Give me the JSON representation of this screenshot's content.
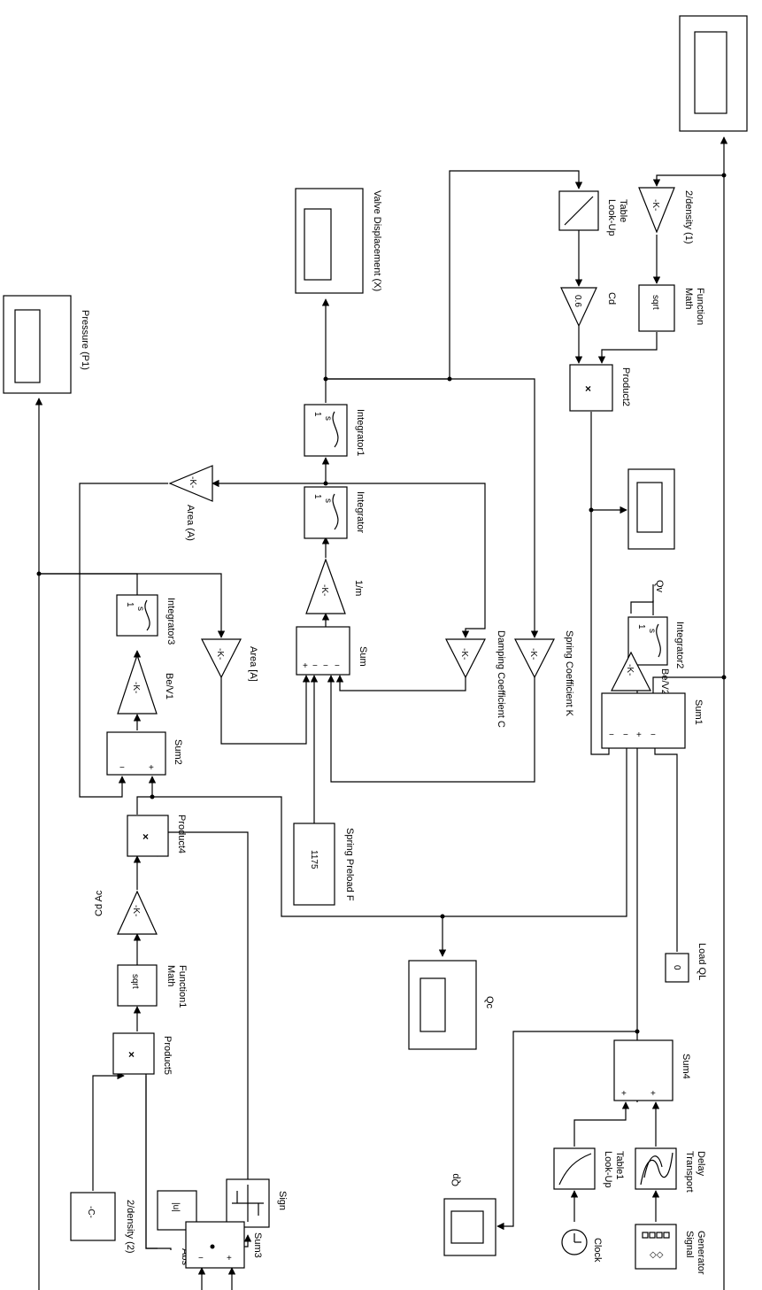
{
  "blocks": {
    "scope_top": "",
    "valve_displacement": "Valve Displacement (X)",
    "pressure": "Pressure (P1)",
    "lookup_table": "Look-Up\nTable",
    "density1": "2/density (1)",
    "cd": "Cd",
    "math_function": "Math\nFunction",
    "product2": "Product2",
    "integrator1": "Integrator1",
    "integrator": "Integrator",
    "area_a": "Area (A)",
    "one_over_m": "1/m",
    "integrator3": "Integrator3",
    "be_v1": "Be/V1",
    "area_a2": "Area [A]",
    "sum": "Sum",
    "damping": "Damping Coefficient C",
    "spring_k": "Spring Coefficient K",
    "qv": "Qv",
    "sum2": "Sum2",
    "product4": "Product4",
    "cd_ac": "Cd Ac",
    "spring_preload": "Spring Preload F",
    "integrator2": "Integrator2",
    "be_v2": "Be/V2",
    "sum1": "Sum1",
    "load_ql": "Load QL",
    "math_function1": "Math\nFunction1",
    "product5": "Product5",
    "qc": "Qc",
    "sign": "Sign",
    "abs": "Abs",
    "sum4": "Sum4",
    "density2": "2/density (2)",
    "sum3": "Sum3",
    "qp": "Qp",
    "lookup_table1": "Look-Up\nTable1",
    "transport_delay": "Transport\nDelay",
    "clock": "Clock",
    "signal_generator": "Signal\nGenerator"
  },
  "inner": {
    "gain": "-K-",
    "cd_value": "0.6",
    "sqrt": "sqrt",
    "product": "×",
    "int_num": "1",
    "int_den": "s",
    "abs": "|u|",
    "preload_value": "1175",
    "load_value": "0",
    "const_c": "-C-",
    "plus": "+",
    "minus": "−"
  }
}
